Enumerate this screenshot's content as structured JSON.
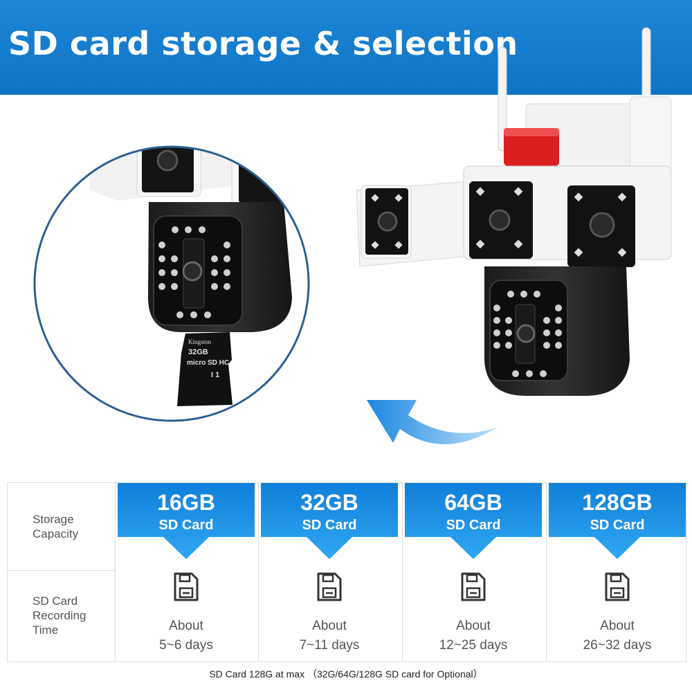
{
  "banner": {
    "title": "SD card storage & selection"
  },
  "colors": {
    "banner_blue": "#1279c9",
    "header_blue": "#1a8be0",
    "text_gray": "#555555"
  },
  "microsd_card": {
    "brand": "Kingston",
    "capacity": "32GB",
    "type": "micro SD HC",
    "class": "I 1"
  },
  "table": {
    "row_labels": {
      "storage": [
        "Storage",
        "Capacity"
      ],
      "recording": [
        "SD Card",
        "Recording",
        "Time"
      ]
    },
    "columns": [
      {
        "capacity": "16GB",
        "card": "SD Card",
        "icon": "floppy-disk-icon",
        "about": "About",
        "days": "5~6 days"
      },
      {
        "capacity": "32GB",
        "card": "SD Card",
        "icon": "floppy-disk-icon",
        "about": "About",
        "days": "7~11 days"
      },
      {
        "capacity": "64GB",
        "card": "SD Card",
        "icon": "floppy-disk-icon",
        "about": "About",
        "days": "12~25 days"
      },
      {
        "capacity": "128GB",
        "card": "SD Card",
        "icon": "floppy-disk-icon",
        "about": "About",
        "days": "26~32 days"
      }
    ]
  },
  "footnote": "SD Card 128G at max （32G/64G/128G SD card for Optional）"
}
